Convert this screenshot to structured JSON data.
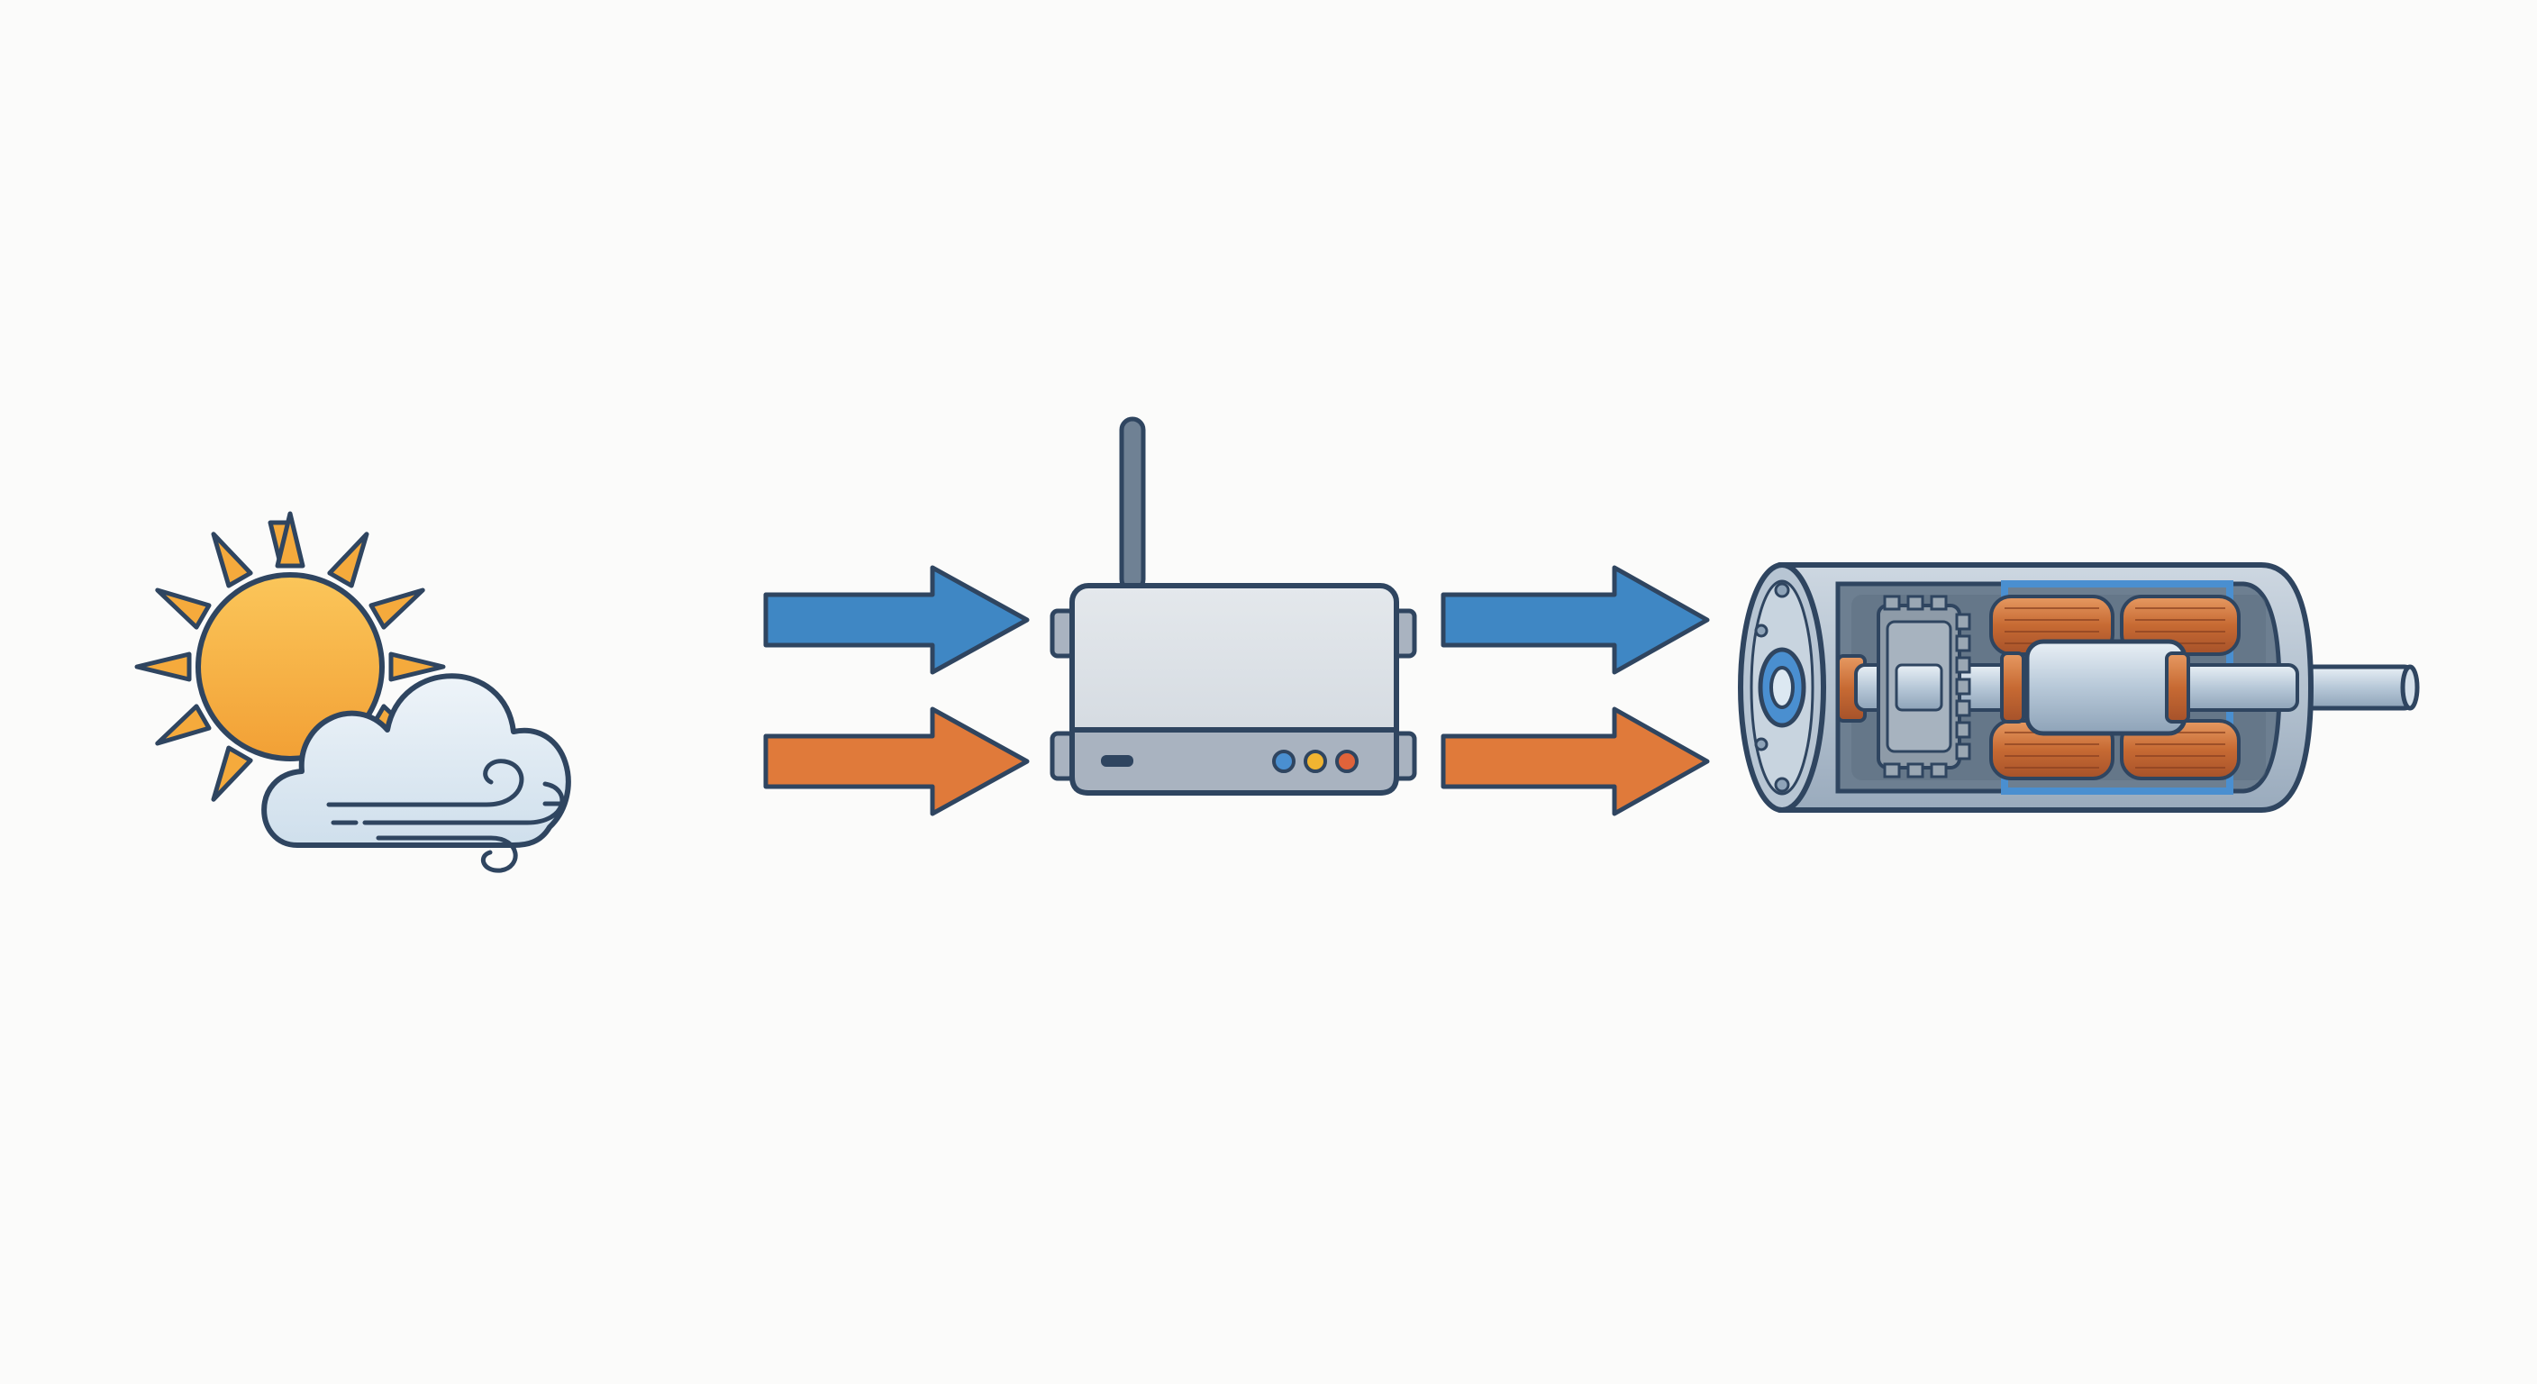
{
  "diagram": {
    "nodes": [
      {
        "id": "weather",
        "icon": "weather-sun-cloud-wind-icon"
      },
      {
        "id": "gateway",
        "icon": "wireless-router-icon"
      },
      {
        "id": "motor",
        "icon": "electric-motor-cutaway-icon"
      }
    ],
    "edges": [
      {
        "from": "weather",
        "to": "gateway",
        "color": "blue"
      },
      {
        "from": "weather",
        "to": "gateway",
        "color": "orange"
      },
      {
        "from": "gateway",
        "to": "motor",
        "color": "blue"
      },
      {
        "from": "gateway",
        "to": "motor",
        "color": "orange"
      }
    ],
    "colors": {
      "background": "#fbfbfa",
      "outline": "#2f4560",
      "arrow_blue": "#3f87c4",
      "arrow_orange": "#e07a3a",
      "sun": "#f5aa3c",
      "cloud": "#dce8f2",
      "router_body": "#d8dde3",
      "router_base": "#a9b3c0",
      "copper": "#c9703a",
      "steel": "#b9c8d6"
    },
    "router_leds": [
      "#4a8fd0",
      "#f0b431",
      "#e0633a"
    ]
  }
}
